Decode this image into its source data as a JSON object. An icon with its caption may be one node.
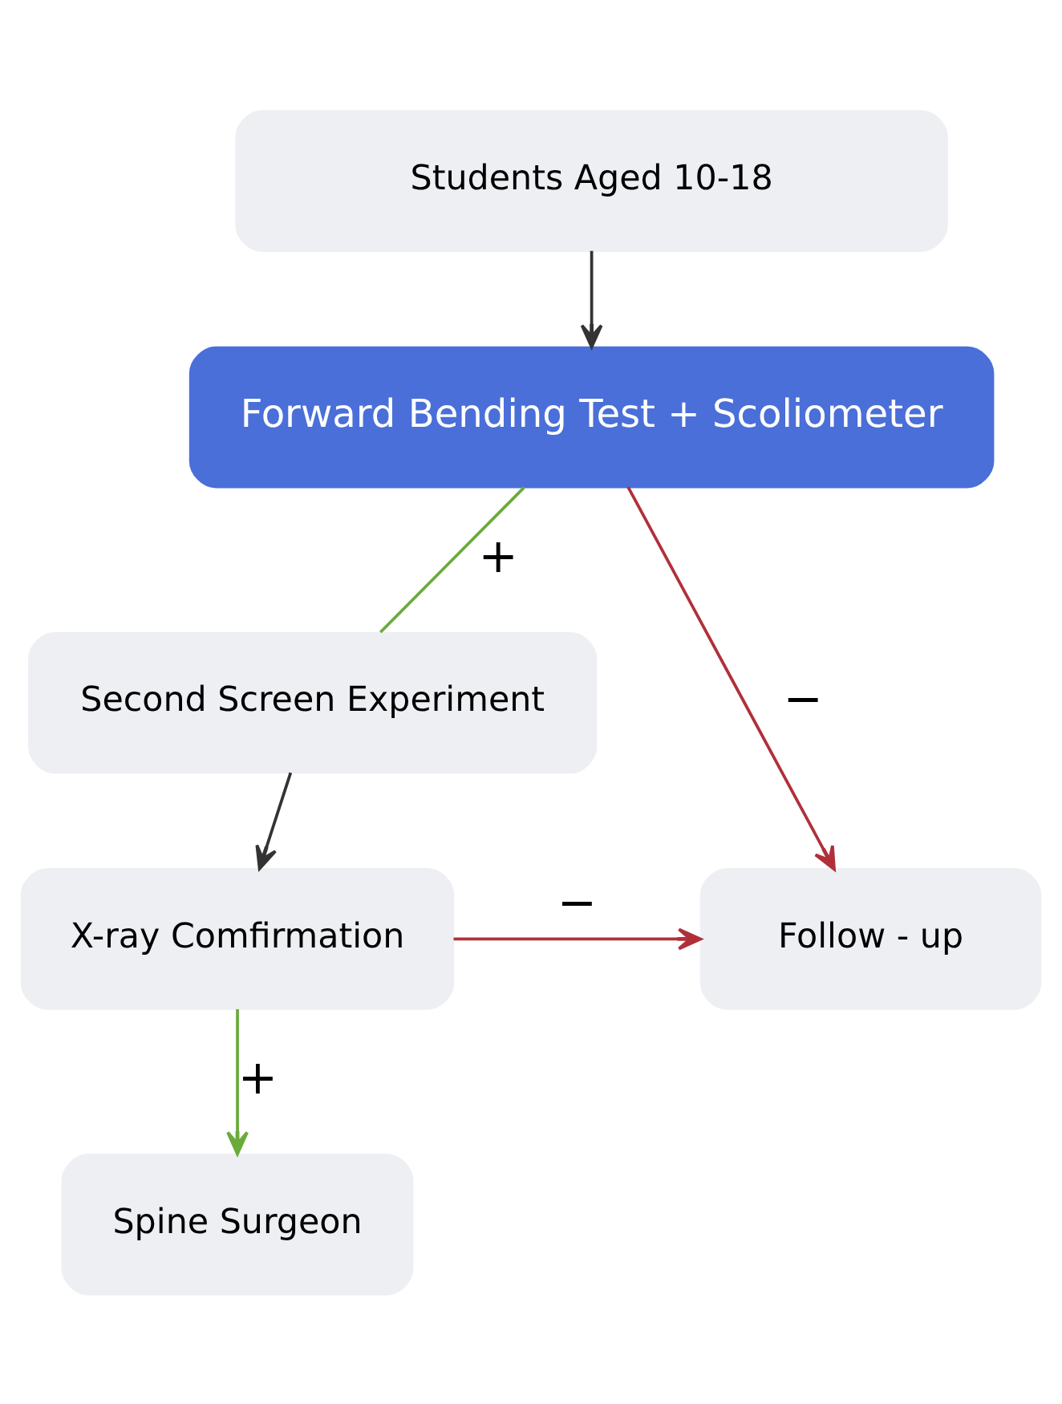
{
  "diagram": {
    "nodes": [
      {
        "text": [
          "Students Aged 10-18"
        ]
      },
      {
        "text": [
          "Forward Bending Test + Scoliometer"
        ]
      },
      {
        "text": [
          "Second Screen Experiment"
        ]
      },
      {
        "text": [
          "X-ray Comfirmation"
        ]
      },
      {
        "text": [
          "Follow - up"
        ]
      },
      {
        "text": [
          "Spine Surgeon"
        ]
      }
    ],
    "edges": [
      {
        "from": 0,
        "to": 1,
        "arrow": "to"
      },
      {
        "from": 1,
        "to": 2,
        "arrow": "none",
        "label": "+",
        "color": "#6aab3a"
      },
      {
        "from": 1,
        "to": 4,
        "arrow": "to",
        "label": "−",
        "color": "#b0303a"
      },
      {
        "from": 2,
        "to": 3,
        "arrow": "to"
      },
      {
        "from": 3,
        "to": 4,
        "arrow": "to",
        "label": "−",
        "color": "#b0303a"
      },
      {
        "from": 3,
        "to": 5,
        "arrow": "to",
        "label": "+",
        "color": "#6aab3a"
      }
    ]
  }
}
